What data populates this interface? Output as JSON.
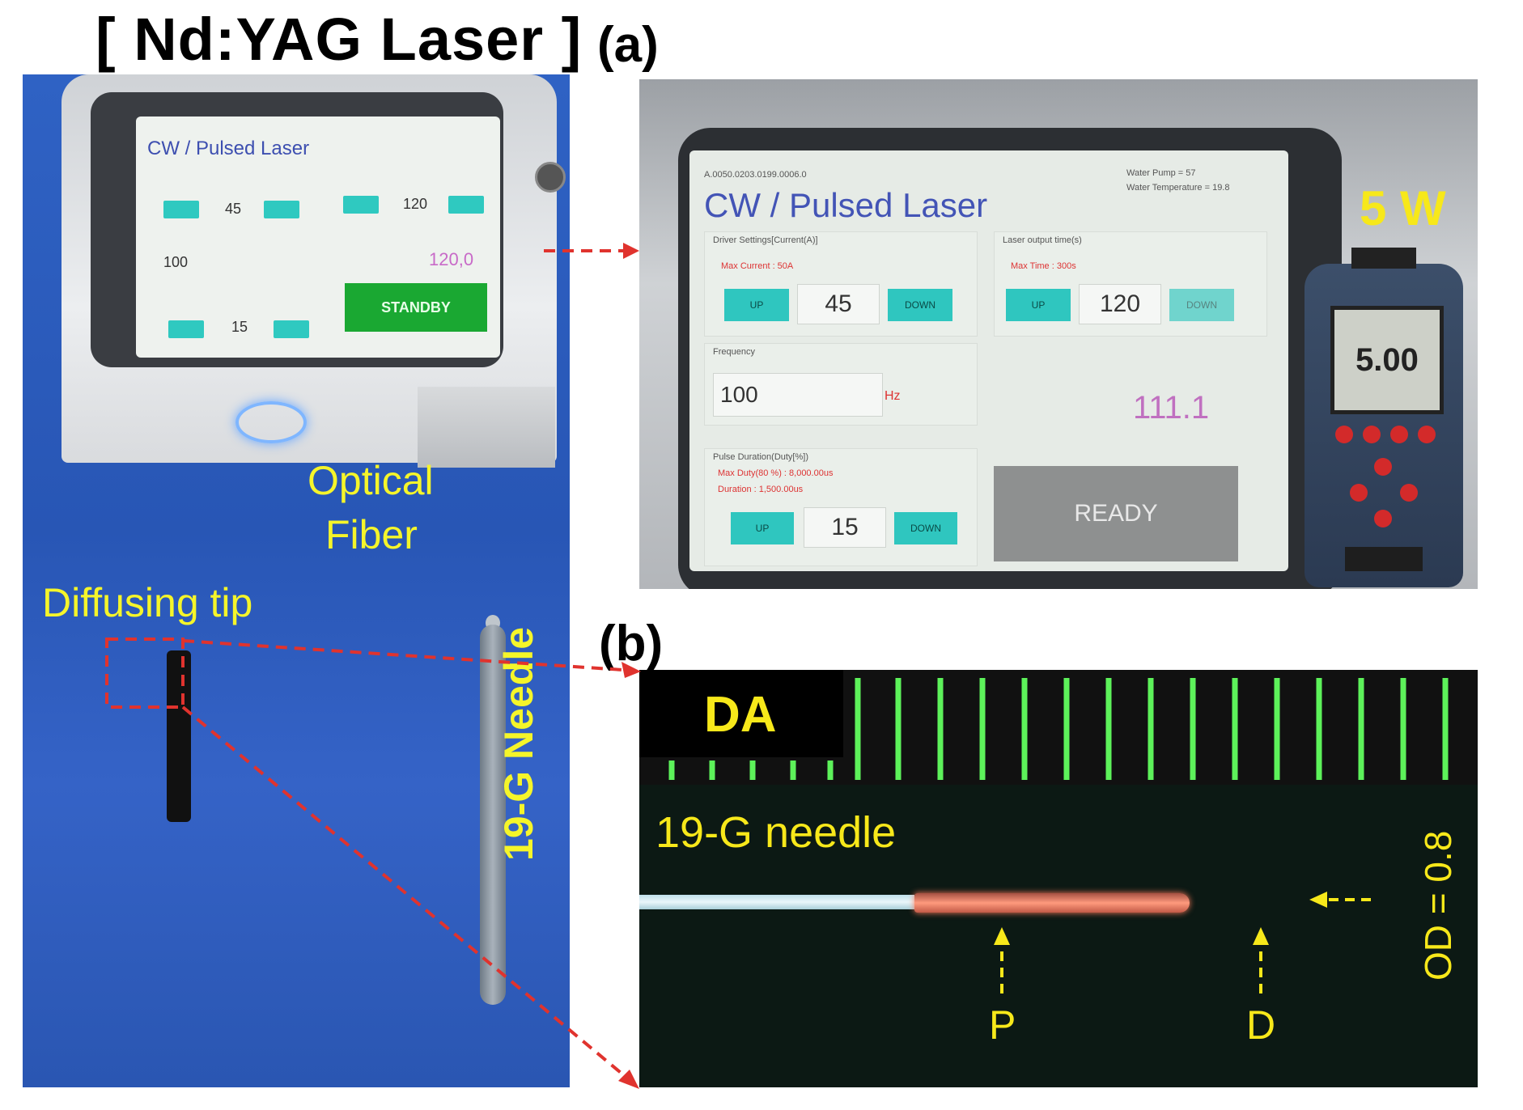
{
  "title": "[ Nd:YAG Laser ]",
  "panel_labels": {
    "a": "(a)",
    "b": "(b)"
  },
  "left_photo": {
    "device_screen": {
      "title": "CW / Pulsed Laser",
      "current_value": "45",
      "time_value": "120",
      "frequency_value": "100",
      "duty_value": "15",
      "reading": "120,0",
      "status": "STANDBY"
    },
    "annotations": {
      "optical": "Optical",
      "fiber": "Fiber",
      "diffusing_tip": "Diffusing tip",
      "needle": "19-G Needle"
    }
  },
  "panel_a": {
    "serial": "A.0050.0203.0199.0006.0",
    "title": "CW / Pulsed Laser",
    "water_pump": "Water Pump = 57",
    "water_temp": "Water Temperature = 19.8",
    "driver_settings": {
      "label": "Driver Settings[Current(A)]",
      "max": "Max Current : 50A",
      "up": "UP",
      "value": "45",
      "down": "DOWN"
    },
    "laser_output": {
      "label": "Laser output time(s)",
      "max": "Max Time : 300s",
      "up": "UP",
      "value": "120",
      "down": "DOWN"
    },
    "frequency": {
      "label": "Frequency",
      "value": "100",
      "unit": "Hz"
    },
    "reading": "111.1",
    "pulse_duration": {
      "label": "Pulse Duration(Duty[%])",
      "max": "Max Duty(80 %) : 8,000.00us",
      "duration": "Duration : 1,500.00us",
      "up": "UP",
      "value": "15",
      "down": "DOWN"
    },
    "status": "READY",
    "meter_reading": "5.00",
    "power": "5 W"
  },
  "panel_b": {
    "tag": "DA",
    "needle_label": "19-G needle",
    "marker_p": "P",
    "marker_d": "D",
    "od_label": "OD = 0.8"
  },
  "colors": {
    "annotation_yellow": "#f5f52a",
    "arrow_red": "#e0332e",
    "drape_blue": "#2f62c4",
    "screen_teal": "#2fc6bf"
  }
}
